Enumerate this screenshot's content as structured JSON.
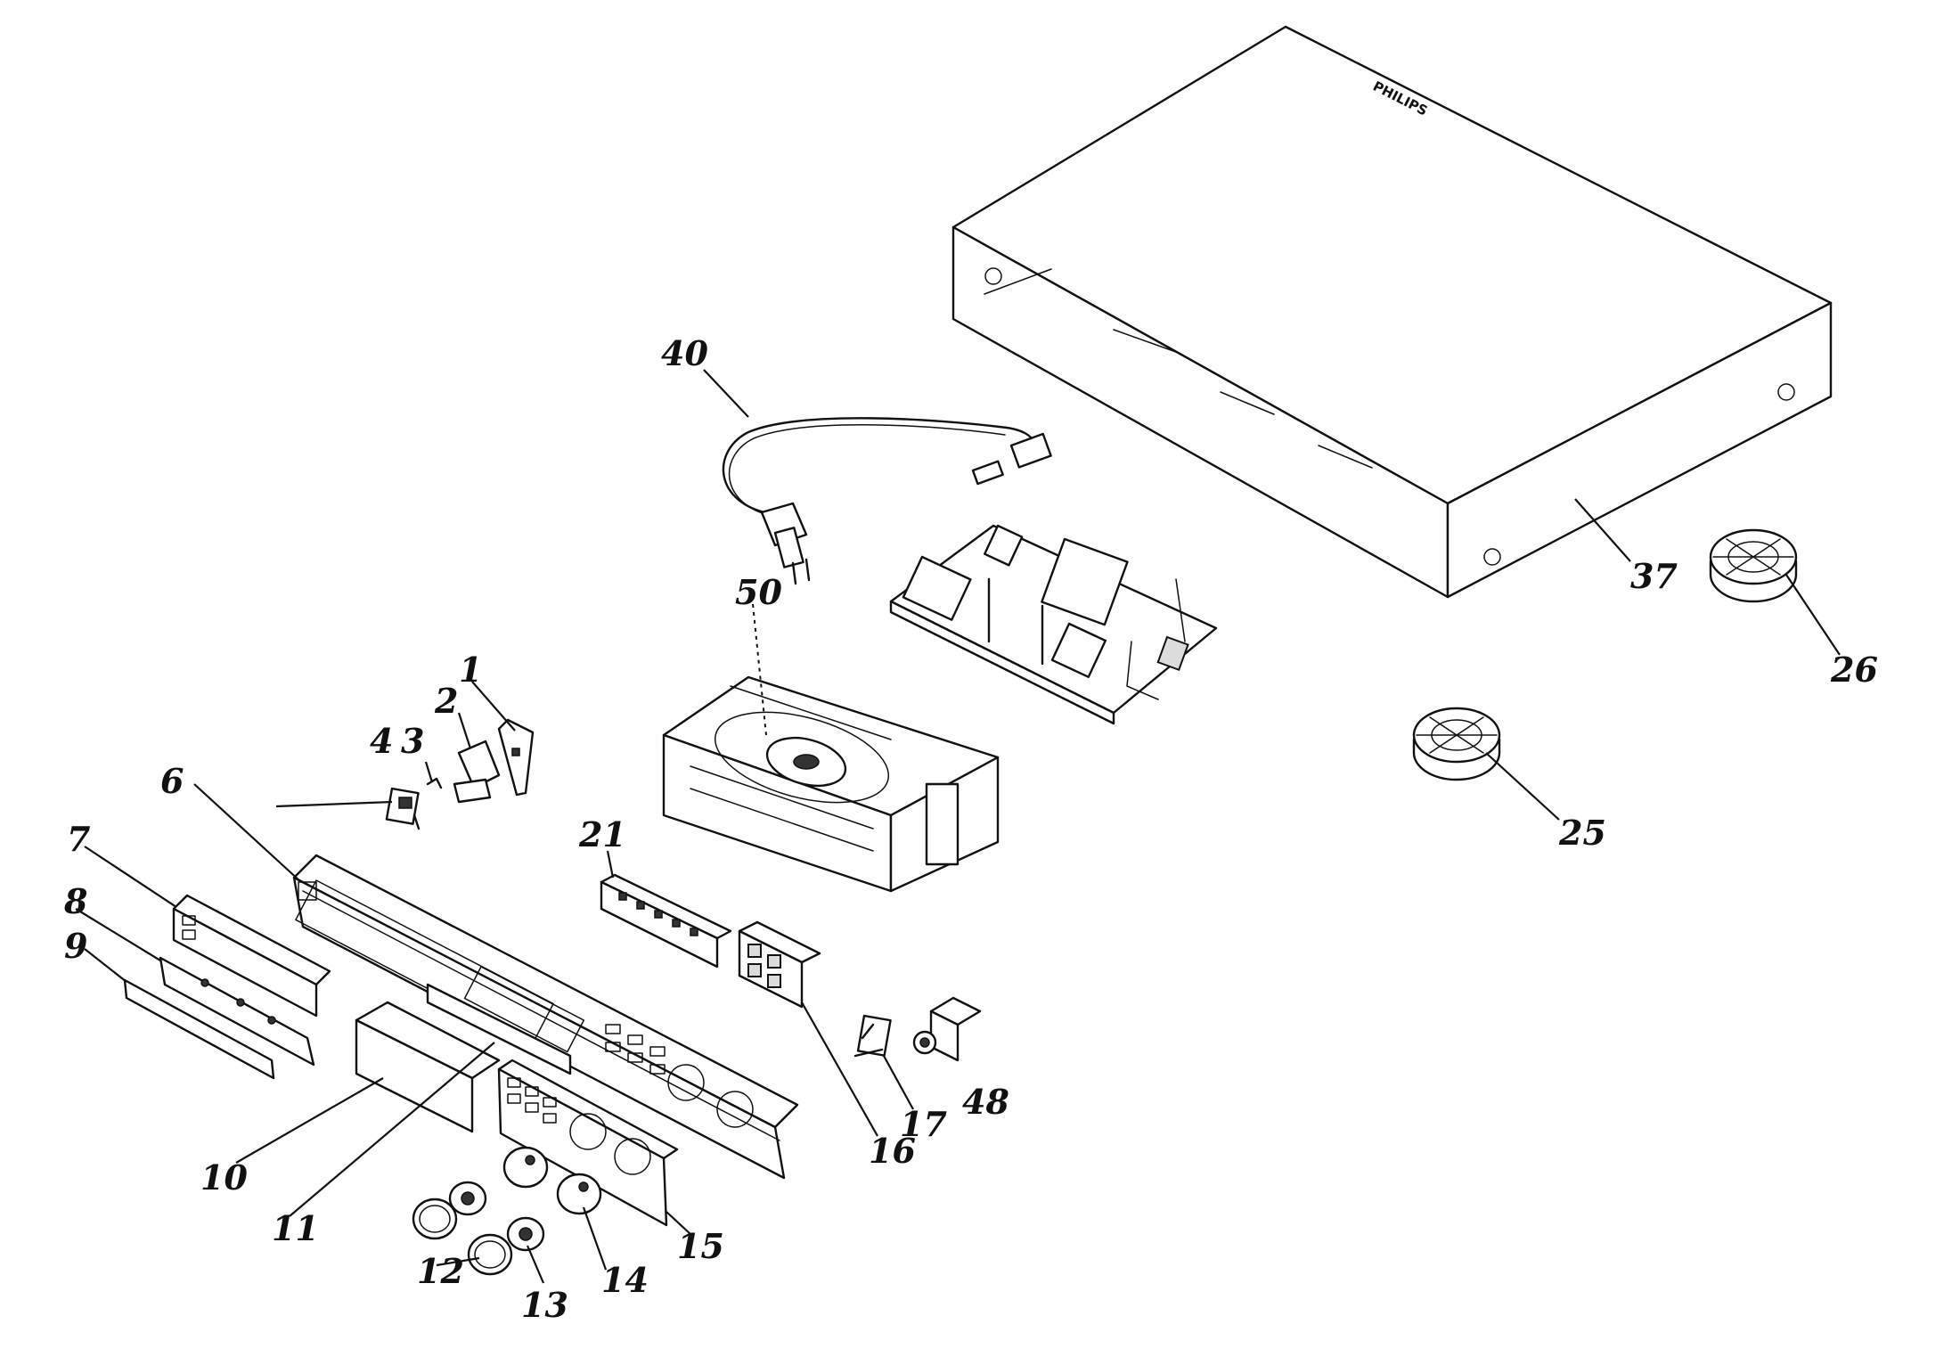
{
  "diagram": {
    "brand": "PHILIPS",
    "labels": {
      "p1": "1",
      "p2": "2",
      "p3": "3",
      "p4": "4",
      "p6": "6",
      "p7": "7",
      "p8": "8",
      "p9": "9",
      "p10": "10",
      "p11": "11",
      "p12": "12",
      "p13": "13",
      "p14": "14",
      "p15": "15",
      "p16": "16",
      "p17": "17",
      "p21": "21",
      "p25": "25",
      "p26": "26",
      "p37": "37",
      "p40": "40",
      "p48": "48",
      "p50": "50"
    }
  }
}
